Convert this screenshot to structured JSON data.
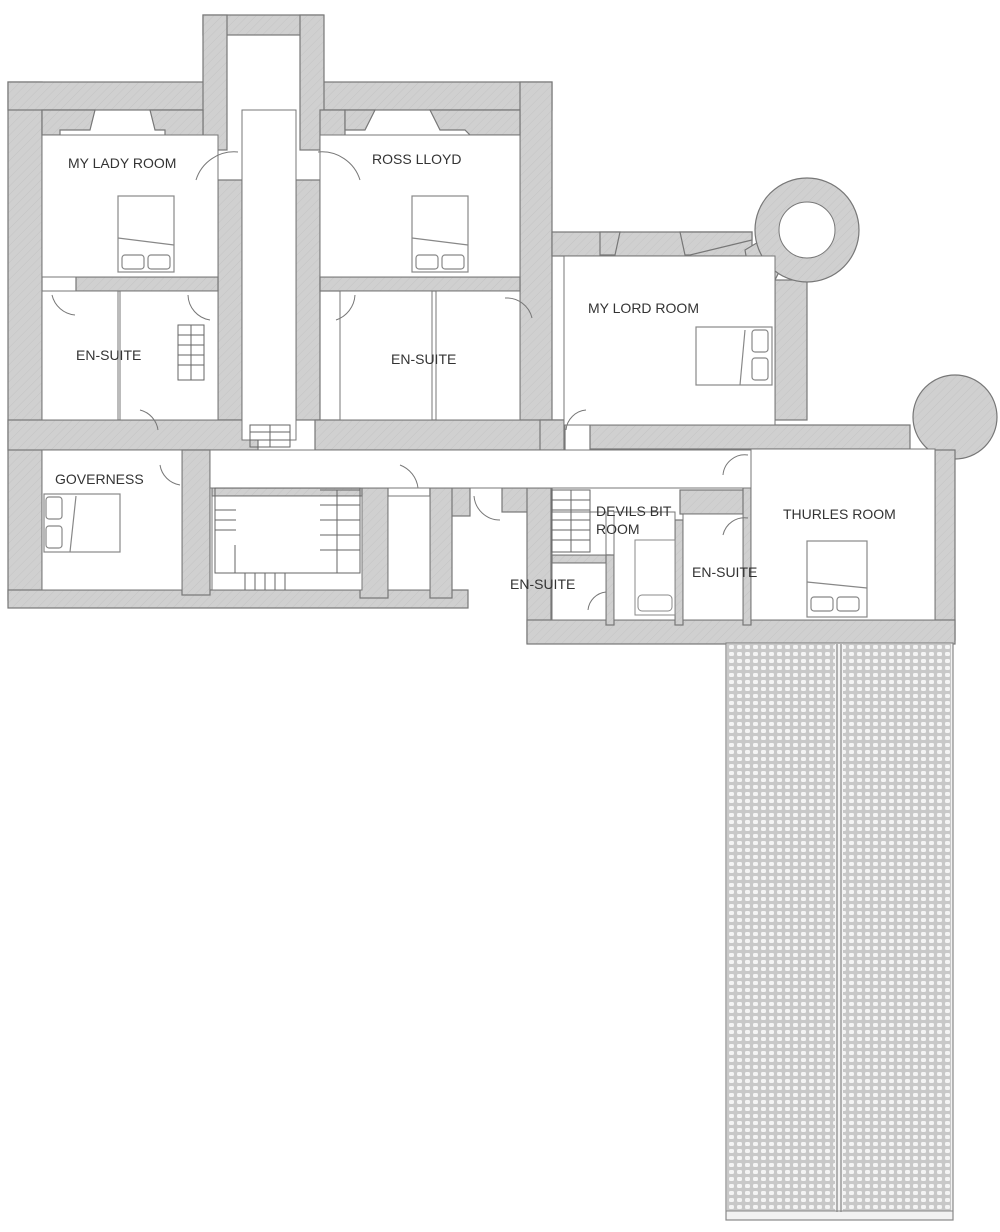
{
  "plan": {
    "type": "floor-plan",
    "colors": {
      "wall": "#d0d0d0",
      "wall_stroke": "#777777",
      "floor": "#ffffff",
      "roof": "#dcdcdc",
      "text": "#333333"
    },
    "rooms": [
      {
        "id": "my-lady-room",
        "label": "MY LADY ROOM"
      },
      {
        "id": "ross-lloyd",
        "label": "ROSS LLOYD"
      },
      {
        "id": "my-lord-room",
        "label": "MY LORD ROOM"
      },
      {
        "id": "en-suite-1",
        "label": "EN-SUITE"
      },
      {
        "id": "en-suite-2",
        "label": "EN-SUITE"
      },
      {
        "id": "governess",
        "label": "GOVERNESS"
      },
      {
        "id": "devils-bit-room",
        "label": "DEVILS BIT\nROOM",
        "line1": "DEVILS BIT",
        "line2": "ROOM"
      },
      {
        "id": "en-suite-3",
        "label": "EN-SUITE"
      },
      {
        "id": "en-suite-4",
        "label": "EN-SUITE"
      },
      {
        "id": "thurles-room",
        "label": "THURLES ROOM"
      }
    ]
  }
}
